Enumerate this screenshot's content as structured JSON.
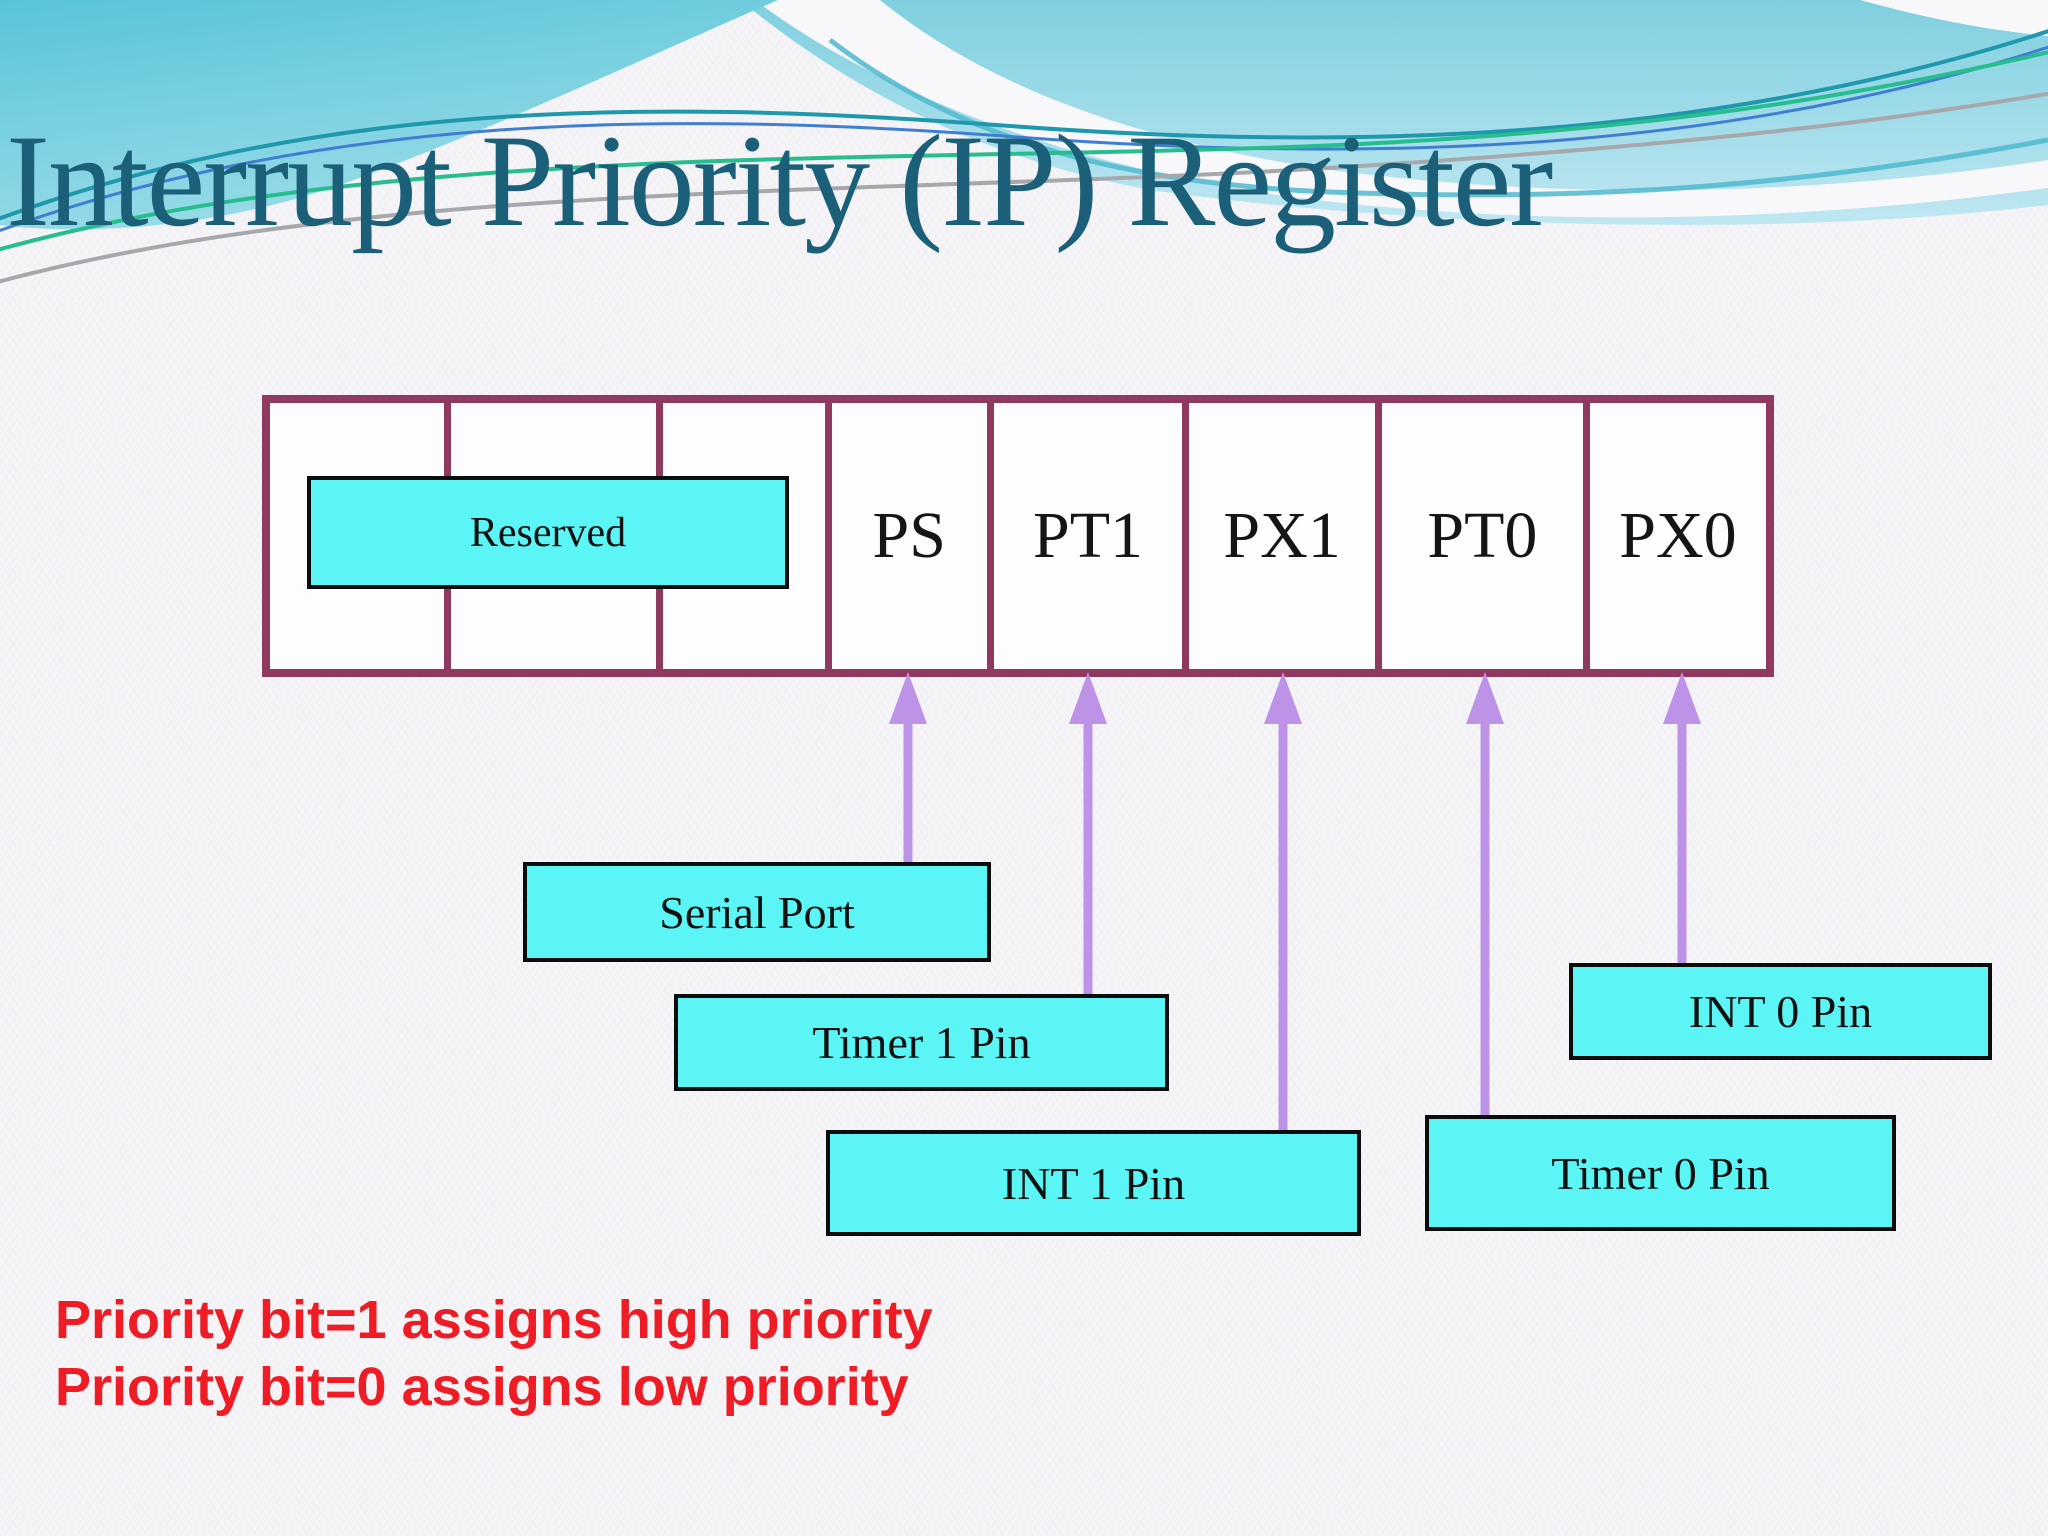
{
  "slide": {
    "title": "Interrupt Priority (IP) Register",
    "register": {
      "reserved_label": "Reserved",
      "cells": [
        "",
        "",
        "",
        "PS",
        "PT1",
        "PX1",
        "PT0",
        "PX0"
      ]
    },
    "callouts": [
      {
        "label": "Serial Port"
      },
      {
        "label": "Timer 1 Pin"
      },
      {
        "label": "INT 1 Pin"
      },
      {
        "label": "Timer 0 Pin"
      },
      {
        "label": "INT 0 Pin"
      }
    ],
    "notes": [
      "Priority bit=1 assigns high priority",
      "Priority bit=0 assigns low priority"
    ],
    "colors": {
      "title": "#1b6078",
      "register_border": "#8f3860",
      "highlight_fill": "#5cf5f6",
      "arrow": "#bd93e8",
      "note_red": "#ee1c25",
      "banner_teal": "#58c4d7"
    }
  }
}
